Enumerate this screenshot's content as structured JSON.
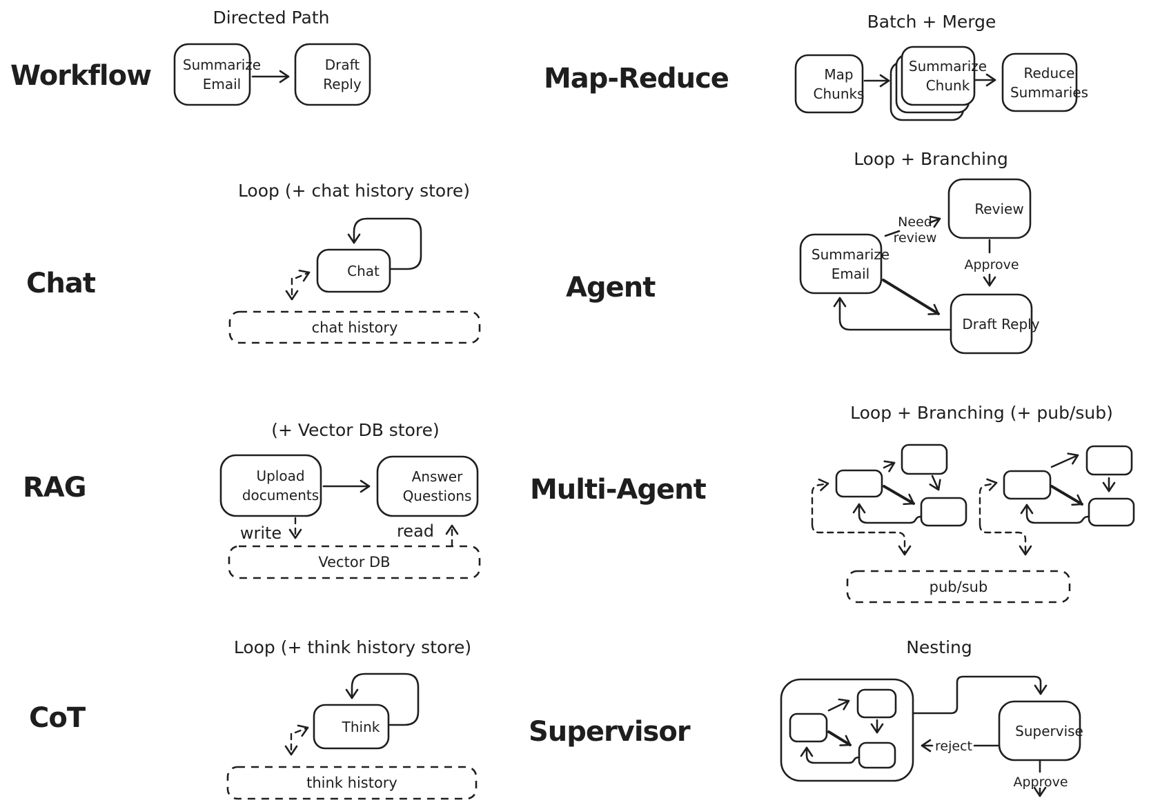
{
  "page": {
    "background": "#ffffff",
    "ink": "#1e1e1e"
  },
  "sections": {
    "workflow": {
      "label": "Workflow",
      "title": "Directed Path",
      "nodes": {
        "summarize_email": "Summarize Email",
        "draft_reply": "Draft Reply"
      }
    },
    "map_reduce": {
      "label": "Map-Reduce",
      "title": "Batch + Merge",
      "nodes": {
        "map_chunks": "Map Chunks",
        "summarize_chunk": "Summarize Chunk",
        "reduce_summaries": "Reduce Summaries"
      }
    },
    "chat": {
      "label": "Chat",
      "title": "Loop (+ chat history store)",
      "nodes": {
        "chat": "Chat"
      },
      "store": "chat history"
    },
    "agent": {
      "label": "Agent",
      "title": "Loop + Branching",
      "nodes": {
        "summarize_email": "Summarize Email",
        "review": "Review",
        "draft_reply": "Draft Reply"
      },
      "edges": {
        "need_review": "Need review",
        "approve": "Approve"
      }
    },
    "rag": {
      "label": "RAG",
      "title": "(+ Vector DB store)",
      "nodes": {
        "upload_documents": "Upload documents",
        "answer_questions": "Answer Questions"
      },
      "edges": {
        "write": "write",
        "read": "read"
      },
      "store": "Vector DB"
    },
    "multi_agent": {
      "label": "Multi-Agent",
      "title": "Loop + Branching (+ pub/sub)",
      "store": "pub/sub"
    },
    "cot": {
      "label": "CoT",
      "title": "Loop (+ think history store)",
      "nodes": {
        "think": "Think"
      },
      "store": "think history"
    },
    "supervisor": {
      "label": "Supervisor",
      "title": "Nesting",
      "nodes": {
        "supervise": "Supervise"
      },
      "edges": {
        "reject": "reject",
        "approve": "Approve"
      }
    }
  }
}
